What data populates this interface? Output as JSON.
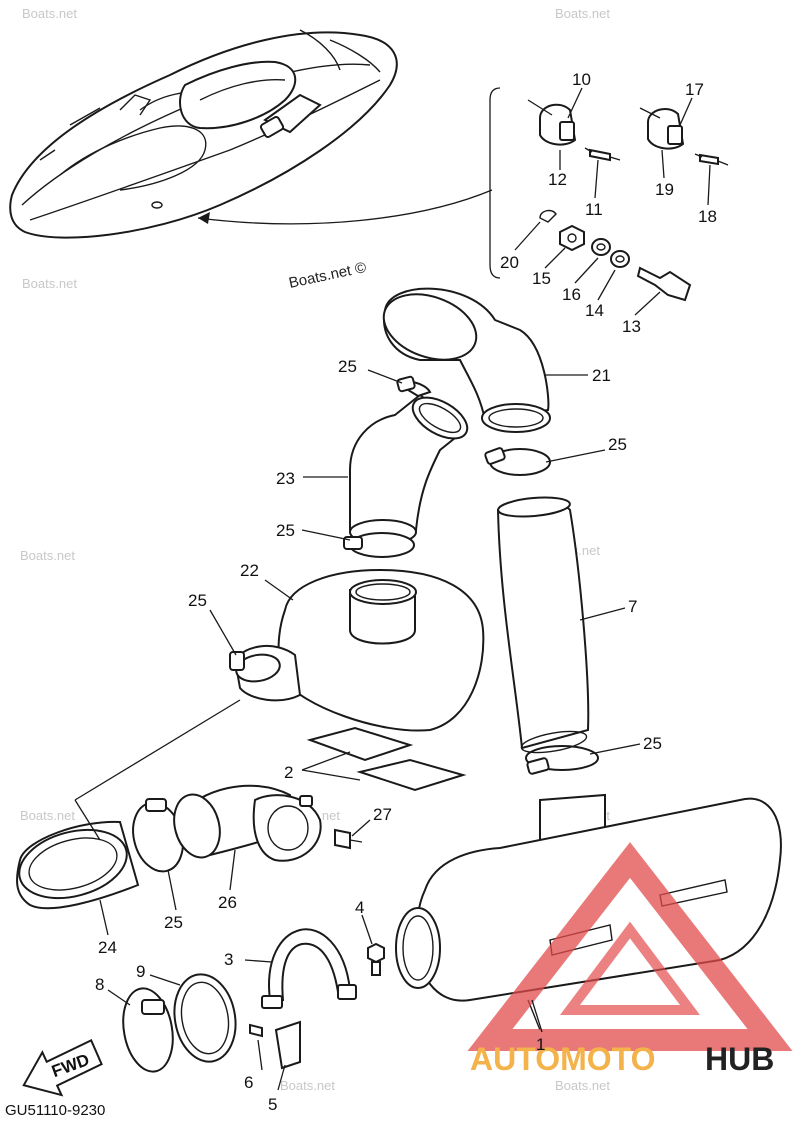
{
  "watermarks": {
    "site": "Boats.net",
    "site_main": "Boats.net ©"
  },
  "diagram_code": "GU51110-9230",
  "fwd_label": "FWD",
  "logo": {
    "part1": "AUTOMOTO",
    "part2": "HUB",
    "triangle_color": "#e24b4b",
    "accent_color": "#f3b24a"
  },
  "callouts": {
    "c1": "1",
    "c2": "2",
    "c3": "3",
    "c4": "4",
    "c5": "5",
    "c6": "6",
    "c7": "7",
    "c8": "8",
    "c9": "9",
    "c10": "10",
    "c11": "11",
    "c12": "12",
    "c13": "13",
    "c14": "14",
    "c15": "15",
    "c16": "16",
    "c17": "17",
    "c18": "18",
    "c19": "19",
    "c20": "20",
    "c21": "21",
    "c22": "22",
    "c23": "23",
    "c24": "24",
    "c25": "25",
    "c26": "26",
    "c27": "27"
  }
}
